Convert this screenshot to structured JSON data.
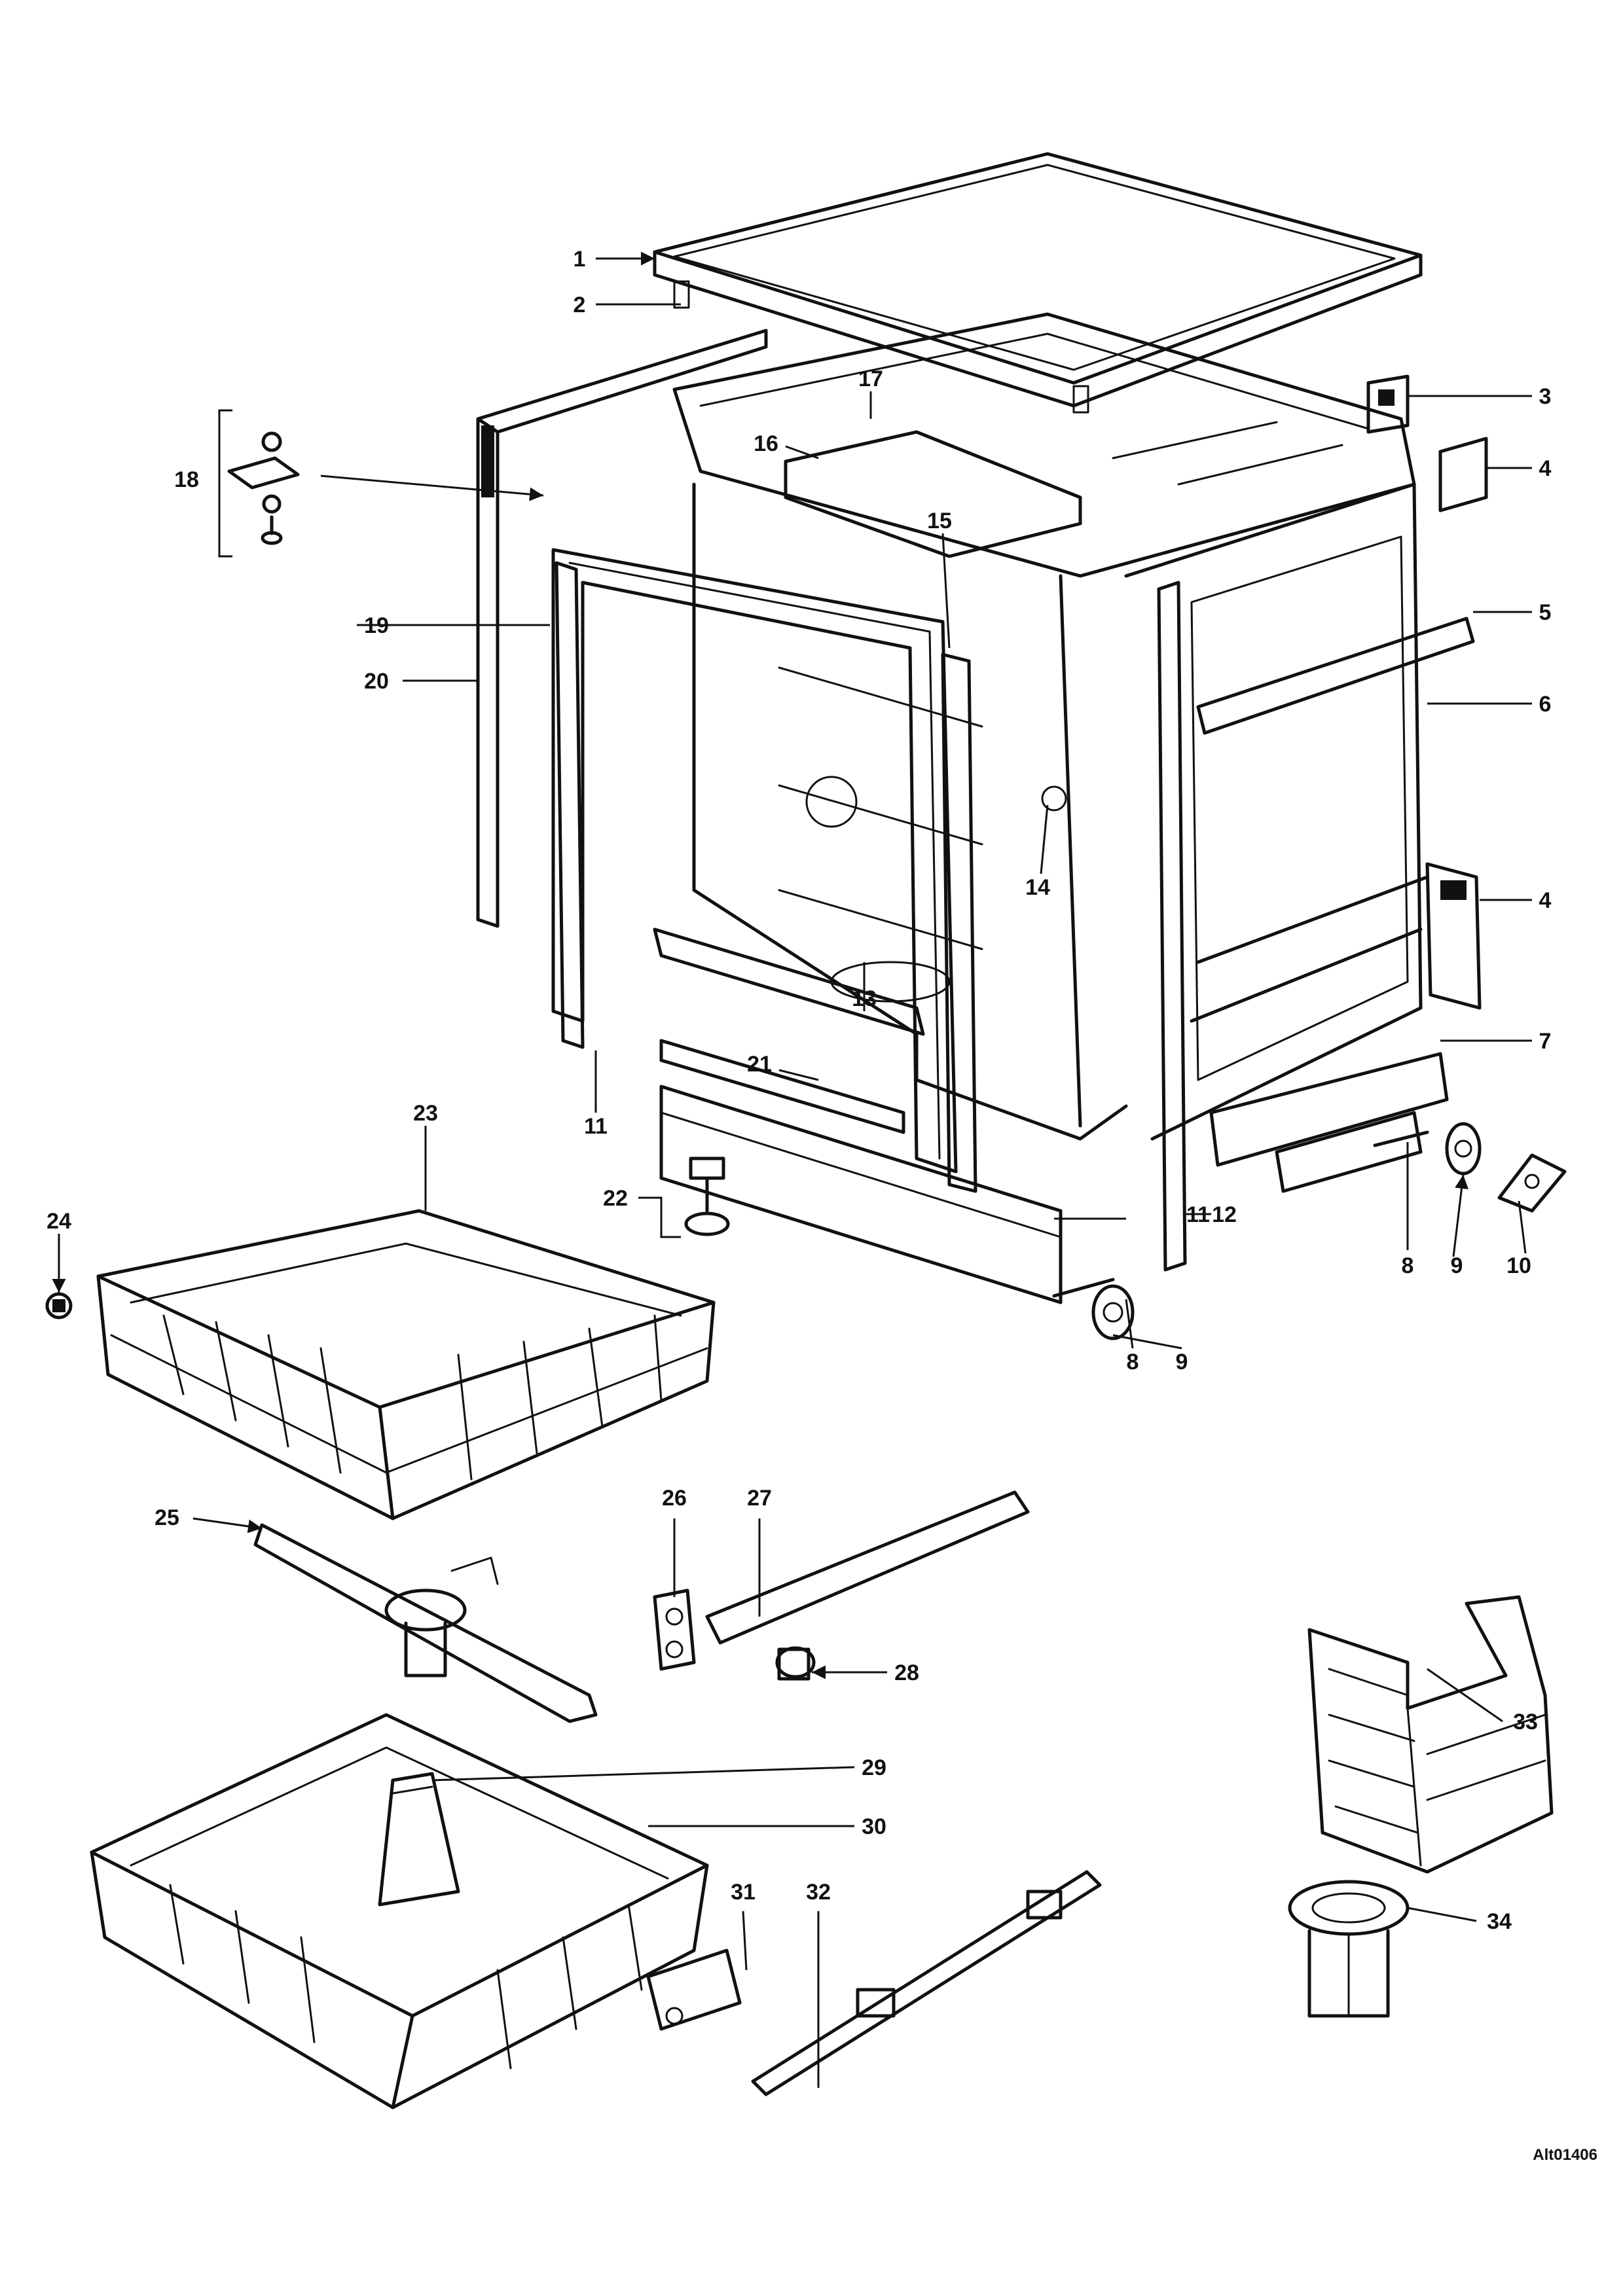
{
  "diagram": {
    "callouts": [
      "1",
      "2",
      "3",
      "4",
      "5",
      "6",
      "4",
      "7",
      "8",
      "9",
      "10",
      "11",
      "12",
      "13",
      "14",
      "15",
      "16",
      "17",
      "18",
      "19",
      "20",
      "11",
      "21",
      "22",
      "23",
      "24",
      "8",
      "9",
      "25",
      "26",
      "27",
      "28",
      "29",
      "30",
      "31",
      "32",
      "33",
      "34"
    ],
    "reference_code": "Alt01406"
  }
}
